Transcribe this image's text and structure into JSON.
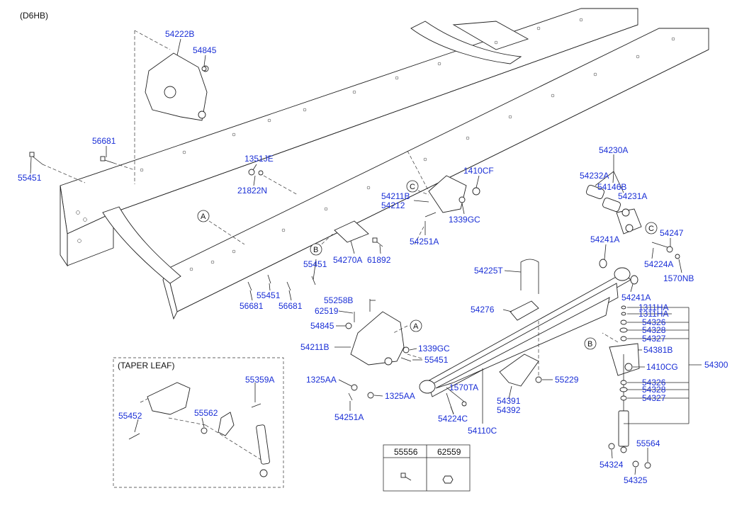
{
  "diagram": {
    "code": "(D6HB)",
    "taper_leaf_title": "(TAPER LEAF)",
    "table_header_1": "55556",
    "table_header_2": "62559",
    "ref_a": "A",
    "ref_b": "B",
    "ref_c": "C",
    "parts": {
      "p54222B": "54222B",
      "p54845_top": "54845",
      "p56681_left": "56681",
      "p55451_left": "55451",
      "p1351JE": "1351JE",
      "p21822N": "21822N",
      "p54211B_top": "54211B",
      "p54212": "54212",
      "p1410CF": "1410CF",
      "p1339GC_top": "1339GC",
      "p54251A_top": "54251A",
      "p54270A": "54270A",
      "p61892": "61892",
      "p55451_mid": "55451",
      "p55451_mid2": "55451",
      "p56681_b1": "56681",
      "p56681_b2": "56681",
      "p54230A": "54230A",
      "p54232A": "54232A",
      "p54146B": "54146B",
      "p54231A": "54231A",
      "p54247": "54247",
      "p54224A": "54224A",
      "p1570NB": "1570NB",
      "p54241A_1": "54241A",
      "p54241A_2": "54241A",
      "p54225T": "54225T",
      "p54276": "54276",
      "p55258B": "55258B",
      "p62519": "62519",
      "p54845_mid": "54845",
      "p54211B_mid": "54211B",
      "p1339GC_mid": "1339GC",
      "p55451_low": "55451",
      "p1325AA_1": "1325AA",
      "p1325AA_2": "1325AA",
      "p54251A_low": "54251A",
      "p1570TA": "1570TA",
      "p54224C": "54224C",
      "p55229": "55229",
      "p54391": "54391",
      "p54392": "54392",
      "p54110C": "54110C",
      "p1311HA_1": "1311HA",
      "p1311HA_2": "1311HA",
      "p54326_1": "54326",
      "p54328_1": "54328",
      "p54327_1": "54327",
      "p54381B": "54381B",
      "p1410CG": "1410CG",
      "p54326_2": "54326",
      "p54328_2": "54328",
      "p54327_2": "54327",
      "p54300": "54300",
      "p55564": "55564",
      "p54324": "54324",
      "p54325": "54325",
      "p55359A": "55359A",
      "p55452": "55452",
      "p55562": "55562"
    }
  }
}
